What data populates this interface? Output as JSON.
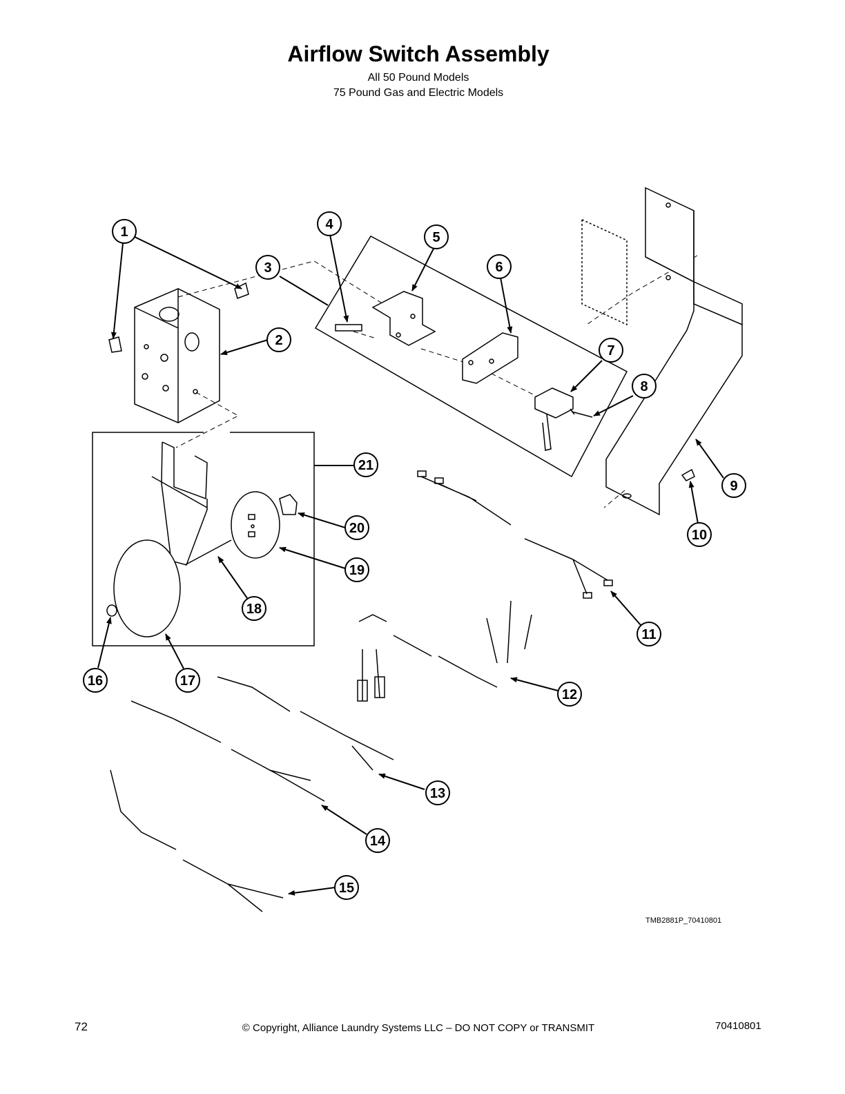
{
  "title": "Airflow Switch Assembly",
  "subtitle_lines": [
    "All 50 Pound Models",
    "75 Pound Gas and Electric Models"
  ],
  "callouts": [
    "1",
    "2",
    "3",
    "4",
    "5",
    "6",
    "7",
    "8",
    "9",
    "10",
    "11",
    "12",
    "13",
    "14",
    "15",
    "16",
    "17",
    "18",
    "19",
    "20",
    "21"
  ],
  "drawing_code": "TMB2881P_70410801",
  "footer": {
    "page_number": "72",
    "copyright": "© Copyright, Alliance Laundry Systems LLC – DO NOT COPY or TRANSMIT",
    "document_number": "70410801"
  }
}
